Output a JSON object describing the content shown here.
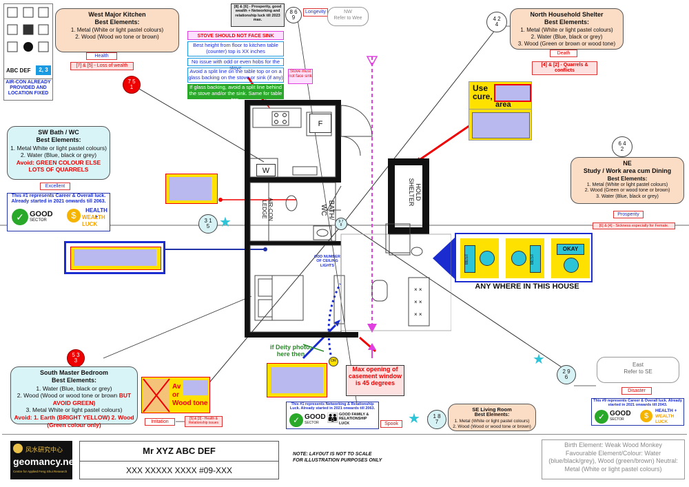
{
  "legend": {
    "label": "ABC DEF",
    "badge": "2, 3",
    "aircon_note": "AIR-CON ALREADY PROVIDED AND LOCATION FIXED"
  },
  "west_kitchen": {
    "title": "West Major Kitchen",
    "subtitle": "Best Elements:",
    "line1": "1. Metal (White or light pastel colours)",
    "line2": "2. Wood (Wood wo tone or brown)",
    "tag": "Health",
    "pair": "[7] & [5] - Loss of wealth",
    "bubble": "7 5\n1"
  },
  "center_top": {
    "badge": "[8] & [6] - Prosperity, good wealth + Networking and relationship luck till 2023 max.",
    "bubble": "8 6\n9",
    "tag": "Longevity",
    "nw_box": "NW\nRefer to Wee"
  },
  "stove_notes": {
    "title": "STOVE SHOULD NOT FACE SINK",
    "n1": "Best height from floor to kitchen table (counter) top is XX inches",
    "n2": "No issue with odd or even hobs for the stove",
    "n3": "Avoid a split line on the table top or on a glass backing on the stove or sink (if any)",
    "n4": "If glass backing, avoid a split line behind the stove and/or the sink. Same for table top.",
    "side": "Stove must not face sink"
  },
  "north_shelter": {
    "title": "North Household Shelter",
    "subtitle": "Best Elements:",
    "line1": "1. Metal (White or light pastel colours)",
    "line2": "2. Water (Blue, black or grey)",
    "line3": "3. Wood (Green or brown or wood tone)",
    "tag": "Death",
    "pair": "[4] & [2] - Quarrels & conflicts",
    "bubble": "4 2\n4"
  },
  "cure": {
    "line1": "Use",
    "line2": "cure, a",
    "line3": "area"
  },
  "sw_bath": {
    "title": "SW Bath / WC",
    "subtitle": "Best Elements:",
    "line1": "1. Metal White or light pastel colours)",
    "line2": "2. Water (Blue, black or grey)",
    "avoid": "Avoid: GREEN COLOUR ELSE LOTS OF QUARRELS",
    "tag": "Excellent",
    "lux": "This #1 represents Career & Overall luck. Already started in 2021 onwards till 2063.",
    "good": "GOOD",
    "sector": "SECTOR",
    "health": "HEALTH +",
    "wealth": "WEALTH",
    "luck": "LUCK",
    "bubble": "3 1\n5"
  },
  "ne_study": {
    "bubble": "6 4\n2",
    "title": "NE",
    "title2": "Study / Work area cum Dining",
    "subtitle": "Best Elements:",
    "line1": "1. Metal (White or light pastel colours)",
    "line2": "2. Wood (Green or wood tone or brown)",
    "line3": "3. Water (Blue, black or grey)",
    "tag": "Prosperity",
    "pair": "[6] & [4] - Sickness especially for Female."
  },
  "any_where": {
    "label": "ANY WHERE IN THIS HOUSE",
    "best1": "BEST",
    "best2": "BEST",
    "okay": "OKAY"
  },
  "floor": {
    "w": "W",
    "f": "F",
    "shelter": "HOUSE-HOLD SHELTER",
    "bath": "BATH/ WC",
    "ledge": "AIR-CON LEDGE",
    "ceiling": "ODD NUMBER OF CEILING LIGHTS",
    "center_bubble": "9 7\n8",
    "or": "OR",
    "deity": "if Deity photo, here then",
    "window": "Max opening of casement window is 45 degrees"
  },
  "south_bedroom": {
    "bubble": "5 3\n3",
    "title": "South Master Bedroom",
    "subtitle": "Best Elements:",
    "line1": "1. Water (Blue, black or grey)",
    "line2a": "2. Wood (Wood or wood tone or brown",
    "line2b": "BUT AVOID GREEN)",
    "line3": "3. Metal White or light pastel colours)",
    "avoid": "Avoid: 1. Earth (BRIGHT YELLOW) 2. Wood (Green colour only)",
    "av1": "Av",
    "av2": "or",
    "av3": "Wood tone",
    "tag": "Irritation",
    "pair": "[5] & [3] - Health & Relationship issues"
  },
  "se_living": {
    "lux": "This #1 represents Networking & Relationship Luck. Already started in 2021 onwards till 2063.",
    "good": "GOOD",
    "sector": "SECTOR",
    "family": "GOOD FAMILY & RELATIONSHIP LUCK",
    "tag": "Spook",
    "bubble": "1 8\n7",
    "title": "SE Living Room",
    "subtitle": "Best Elements:",
    "line1": "1. Metal (White or light pastel colours)",
    "line2": "2. Wood (Wood or wood tone or brown)"
  },
  "east": {
    "bubble": "2 9\n6",
    "box": "East\nRefer to SE",
    "tag": "Disaster",
    "lux": "This #9 represents Career & Overall luck. Already started in 2021 onwards till 2043.",
    "good": "GOOD",
    "sector": "SECTOR",
    "health": "HEALTH +",
    "wealth": "WEALTH",
    "luck": "LUCK"
  },
  "footer": {
    "logo_cn": "风水研究中心",
    "logo_en": "geomancy.net",
    "logo_sub": "Centre for Applied Feng Shui Research",
    "client": "Mr XYZ ABC DEF",
    "address": "XXX XXXXX XXXX #09-XXX",
    "note1": "NOTE: LAYOUT IS NOT TO SCALE",
    "note2": "FOR ILLUSTRATION PURPOSES ONLY",
    "birth": "Birth Element: Weak Wood Monkey",
    "fav": "Favourable Element/Colour: Water (blue/black/grey), Wood (green/brown) Neutral: Metal (White or light pastel colours)"
  }
}
